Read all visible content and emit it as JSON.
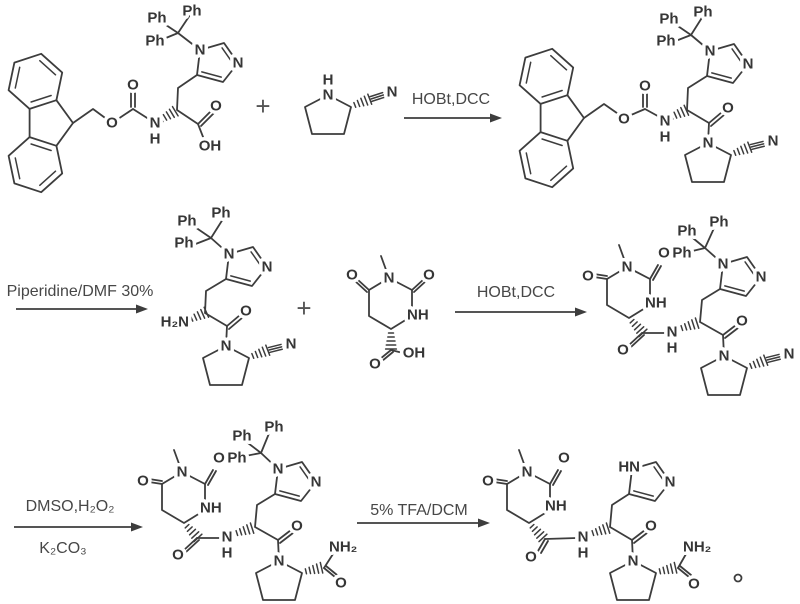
{
  "conditions": {
    "step1": "HOBt,DCC",
    "step2": "Piperidine/DMF 30%",
    "step3": "HOBt,DCC",
    "step4_line1": "DMSO,H₂O₂",
    "step4_line2": "K₂CO₃",
    "step5": "5% TFA/DCM"
  },
  "operators": {
    "plus_1": "+",
    "plus_2": "+"
  },
  "marks": {
    "period": "。"
  },
  "molecules": {
    "m1": {
      "ph_top_left": "Ph",
      "ph_top_right": "Ph",
      "ph_left": "Ph",
      "n_im1": "N",
      "n_im3": "N",
      "o_carbamate": "O",
      "o_ester": "O",
      "n_carbamate": "N",
      "h_carbamate": "H",
      "o_acid": "O",
      "oh_acid": "OH"
    },
    "m2": {
      "h_amine": "H",
      "n_ring": "N",
      "n_nitrile": "N"
    },
    "m3": {
      "ph_top_left": "Ph",
      "ph_top_right": "Ph",
      "ph_left": "Ph",
      "n_im1": "N",
      "n_im3": "N",
      "o_carbamate": "O",
      "o_ester": "O",
      "n_carbamate": "N",
      "h_carbamate": "H",
      "o_amide": "O",
      "n_ring": "N",
      "n_nitrile": "N"
    },
    "m4": {
      "h2n": "H₂N",
      "ph_top_left": "Ph",
      "ph_top_right": "Ph",
      "ph_left": "Ph",
      "n_im1": "N",
      "n_im3": "N",
      "o_amide": "O",
      "n_ring": "N",
      "n_nitrile": "N"
    },
    "m5": {
      "n1": "N",
      "o_left": "O",
      "o_right": "O",
      "nh": "NH",
      "o_acid": "O",
      "oh_acid": "OH"
    },
    "m6": {
      "n1": "N",
      "o_top": "O",
      "o_left": "O",
      "nh": "NH",
      "o_amide_link": "O",
      "n_amide": "N",
      "h_amide": "H",
      "ph_top_left": "Ph",
      "ph_top_right": "Ph",
      "ph_left": "Ph",
      "n_im1": "N",
      "n_im3": "N",
      "o_amide": "O",
      "n_ring": "N",
      "n_nitrile": "N"
    },
    "m7": {
      "n1": "N",
      "o_top": "O",
      "o_left": "O",
      "nh": "NH",
      "o_amide_link": "O",
      "n_amide": "N",
      "h_amide": "H",
      "ph_top_left": "Ph",
      "ph_top_right": "Ph",
      "ph_left": "Ph",
      "n_im1": "N",
      "n_im3": "N",
      "o_amide": "O",
      "n_ring": "N",
      "nh2": "NH₂",
      "o_carboxamide": "O"
    },
    "m8": {
      "n1": "N",
      "o_top": "O",
      "o_left": "O",
      "nh": "NH",
      "o_amide_link": "O",
      "n_amide": "N",
      "h_amide": "H",
      "hn_im1": "HN",
      "n_im3": "N",
      "o_amide": "O",
      "n_ring": "N",
      "nh2": "NH₂",
      "o_carboxamide": "O"
    }
  }
}
